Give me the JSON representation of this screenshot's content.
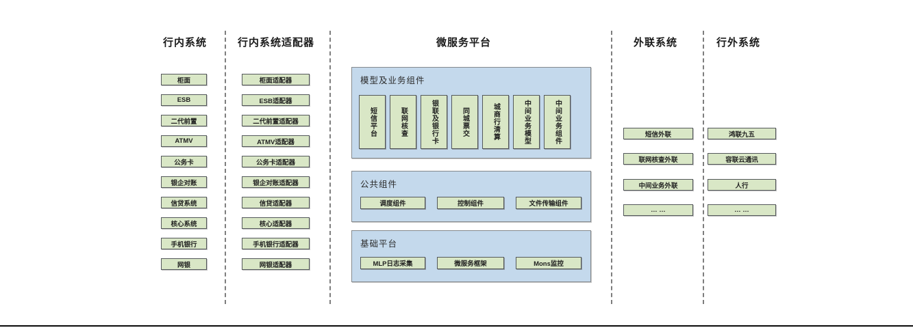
{
  "diagram": {
    "columns": [
      {
        "title": "行内系统",
        "items": [
          "柜面",
          "ESB",
          "二代前置",
          "ATMV",
          "公务卡",
          "银企对账",
          "信贷系统",
          "核心系统",
          "手机银行",
          "网银"
        ]
      },
      {
        "title": "行内系统适配器",
        "items": [
          "柜面适配器",
          "ESB适配器",
          "二代前置适配器",
          "ATMV适配器",
          "公务卡适配器",
          "银企对账适配器",
          "信贷适配器",
          "核心适配器",
          "手机银行适配器",
          "网银适配器"
        ]
      },
      {
        "title": "微服务平台",
        "groups": [
          {
            "title": "模型及业务组件",
            "items": [
              "短信平台",
              "联网核查",
              "银联及银行卡",
              "同城票交",
              "城商行清算",
              "中间业务模型",
              "中间业务组件"
            ]
          },
          {
            "title": "公共组件",
            "items": [
              "调度组件",
              "控制组件",
              "文件传输组件"
            ]
          },
          {
            "title": "基础平台",
            "items": [
              "MLP日志采集",
              "微服务框架",
              "Mons监控"
            ]
          }
        ]
      },
      {
        "title": "外联系统",
        "items": [
          "短信外联",
          "联网核查外联",
          "中间业务外联",
          "… …"
        ]
      },
      {
        "title": "行外系统",
        "items": [
          "鸿联九五",
          "容联云通讯",
          "人行",
          "… …"
        ]
      }
    ],
    "colors": {
      "box_fill_green": "#d9e7c6",
      "box_border": "#53575a",
      "panel_fill_blue": "#c4d9ec",
      "panel_border": "#85898c",
      "divider_gray": "#7d7d7d",
      "bottom_line_black": "#0a0a0a",
      "text": "#1f1f1f"
    }
  }
}
